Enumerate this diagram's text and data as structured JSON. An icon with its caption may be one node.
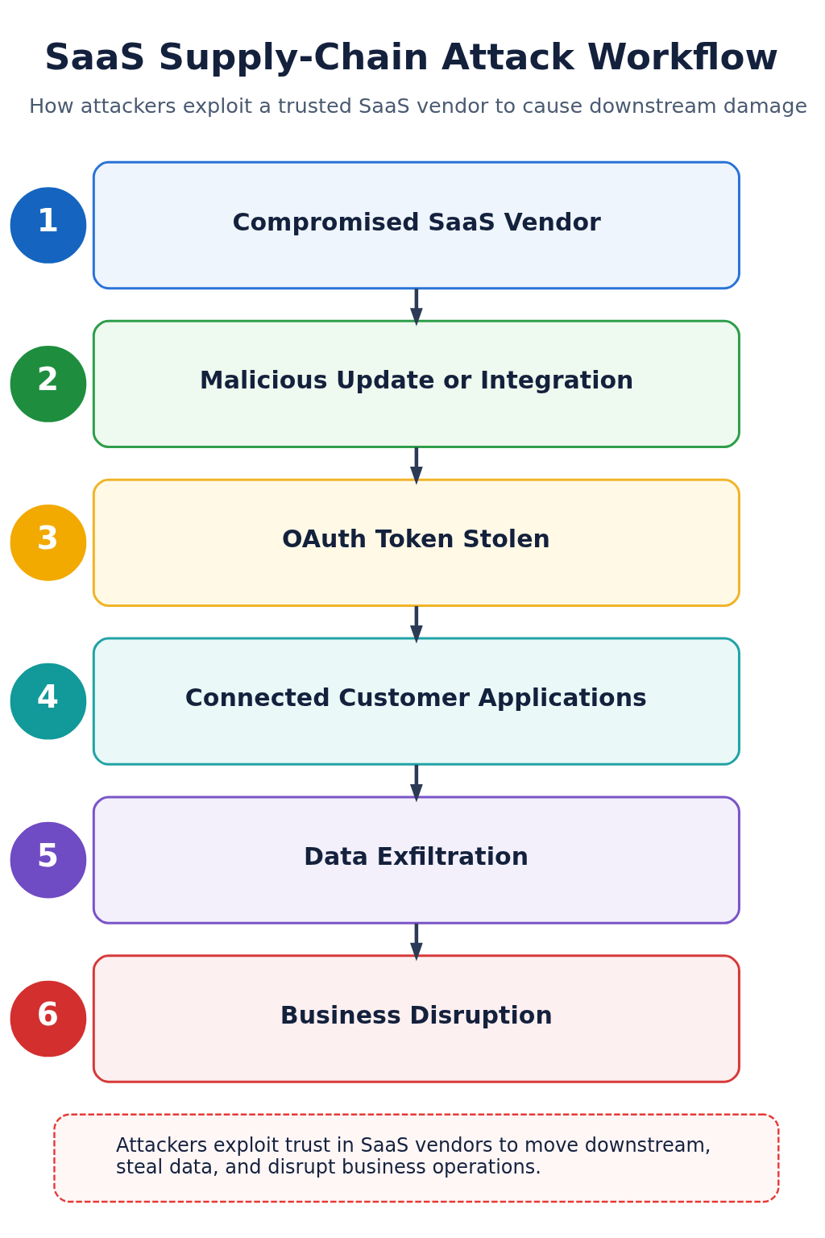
{
  "diagram": {
    "title": "SaaS Supply-Chain Attack Workflow",
    "nodes": [
      {
        "text": [
          "1"
        ]
      },
      {
        "text": [
          "Compromised SaaS Vendor"
        ]
      },
      {
        "text": [
          "2"
        ]
      },
      {
        "text": [
          "Malicious Update or Integration"
        ]
      },
      {
        "text": [
          "3"
        ]
      },
      {
        "text": [
          "OAuth Token Stolen"
        ]
      },
      {
        "text": [
          "4"
        ]
      },
      {
        "text": [
          "Connected Customer Applications"
        ]
      },
      {
        "text": [
          "5"
        ]
      },
      {
        "text": [
          "Data Exfiltration"
        ]
      },
      {
        "text": [
          "6"
        ]
      },
      {
        "text": [
          "Business Disruption"
        ]
      },
      {
        "text": [
          "Attackers exploit trust in SaaS vendors to move downstream, steal data, and disrupt business operations."
        ]
      }
    ],
    "edges": [
      {
        "from": 1,
        "to": 3,
        "arrow": "to"
      },
      {
        "from": 3,
        "to": 5,
        "arrow": "to"
      },
      {
        "from": 5,
        "to": 7,
        "arrow": "to"
      },
      {
        "from": 7,
        "to": 9,
        "arrow": "to"
      },
      {
        "from": 9,
        "to": 11,
        "arrow": "to"
      }
    ],
    "labels": [
      "How attackers exploit a trusted SaaS vendor to cause downstream damage"
    ]
  }
}
